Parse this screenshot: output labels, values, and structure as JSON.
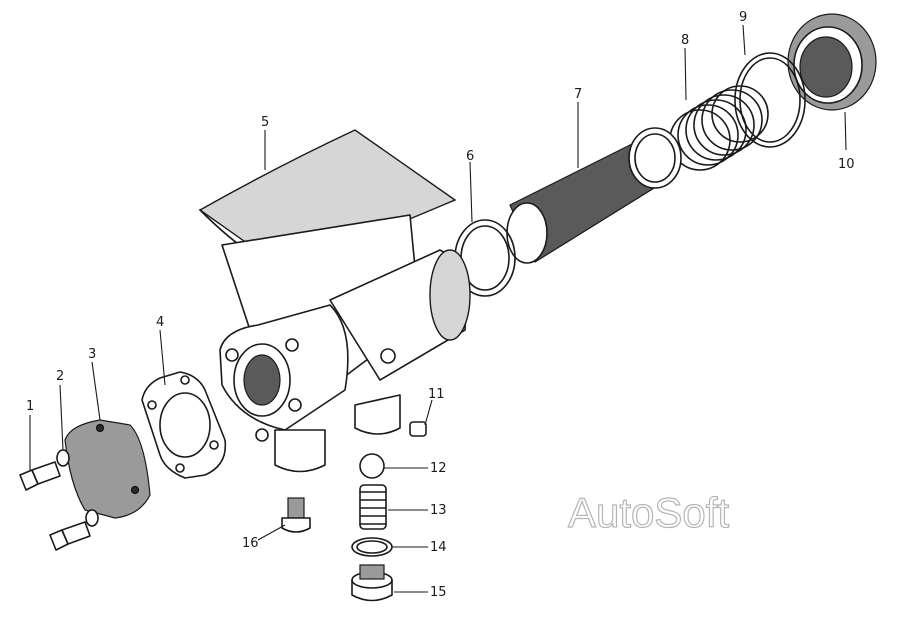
{
  "callouts": {
    "c1": "1",
    "c2": "2",
    "c3": "3",
    "c4": "4",
    "c5": "5",
    "c6": "6",
    "c7": "7",
    "c8": "8",
    "c9": "9",
    "c10": "10",
    "c11": "11",
    "c12": "12",
    "c13": "13",
    "c14": "14",
    "c15": "15",
    "c16": "16"
  },
  "watermark": "AutoSoft",
  "colors": {
    "ink": "#1a1a1a",
    "paper": "#ffffff",
    "watermark_outline": "#b5b5b5"
  }
}
